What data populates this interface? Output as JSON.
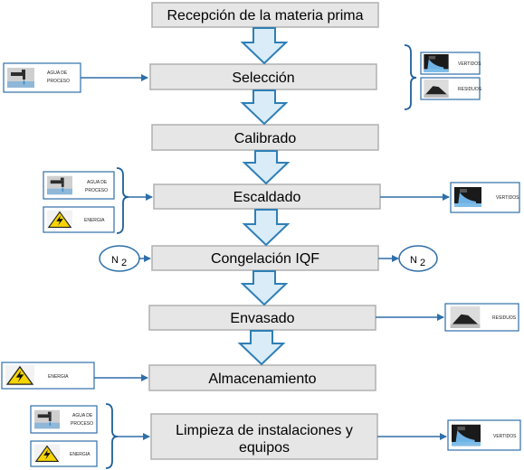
{
  "process_steps": [
    {
      "label": "Recepción de la materia prima"
    },
    {
      "label": "Selección"
    },
    {
      "label": "Calibrado"
    },
    {
      "label": "Escaldado"
    },
    {
      "label": "Congelación IQF"
    },
    {
      "label": "Envasado"
    },
    {
      "label": "Almacenamiento"
    },
    {
      "label": "Limpieza de instalaciones y",
      "label2": "equipos"
    }
  ],
  "inputs": {
    "agua_de_proceso": [
      "AGUA DE",
      "PROCESO"
    ],
    "energia": "ENERGIA",
    "nitrogen": "N",
    "nitrogen_sub": "2"
  },
  "outputs": {
    "vertidos": "VERTIDOS",
    "residuos": "RESIDUOS",
    "nitrogen": "N",
    "nitrogen_sub": "2"
  },
  "colors": {
    "step_fill": "#e6e6e6",
    "step_border": "#b0b0b0",
    "arrow_fill": "#d9ecf7",
    "arrow_border": "#2f7fb6",
    "connector": "#2f6fa8",
    "brace": "#1f5f9a",
    "icon_border": "#2f6fa8"
  },
  "icons": {
    "water": "water-tap-icon",
    "energy": "lightning-warning-icon",
    "discharge": "wastewater-discharge-icon",
    "waste": "waste-pile-icon"
  }
}
